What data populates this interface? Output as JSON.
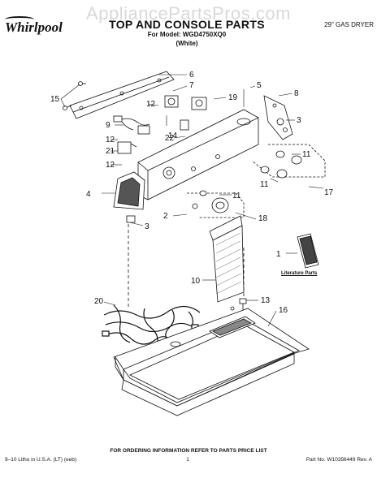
{
  "watermark": "AppliancePartsPros.com",
  "brand": "Whirlpool",
  "header": {
    "title": "TOP AND CONSOLE PARTS",
    "model_line": "For Model: WGD4750XQ0",
    "color": "(White)",
    "dryer_type": "29\" GAS DRYER"
  },
  "callouts": [
    "6",
    "7",
    "15",
    "5",
    "8",
    "12",
    "19",
    "9",
    "14",
    "3",
    "12",
    "22",
    "11",
    "21",
    "12",
    "11",
    "17",
    "4",
    "11",
    "2",
    "3",
    "18",
    "1",
    "10",
    "13",
    "20",
    "16"
  ],
  "literature_label": "Literature Parts",
  "footer": {
    "order_info": "FOR ORDERING INFORMATION REFER TO PARTS PRICE LIST",
    "litho": "9–10 Litho in U.S.A. (LT) (eeb)",
    "page": "1",
    "part_no": "Part No. W10356449 Rev. A"
  }
}
